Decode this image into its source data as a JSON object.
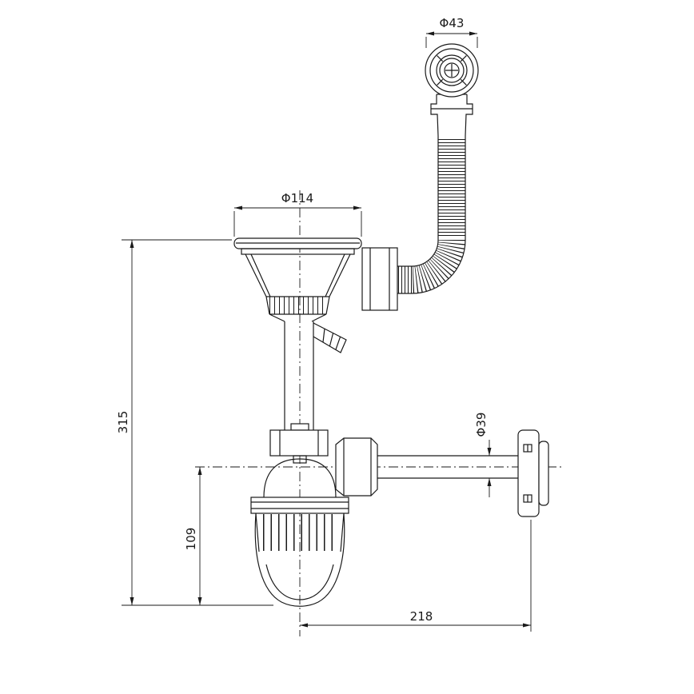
{
  "page": {
    "background": "#ffffff",
    "line_color": "#1a1a1a",
    "description": "Technical line drawing of a kitchen sink strainer waste kit with overflow hose and bottle trap"
  },
  "labels": {
    "overflow_diameter": "Φ43",
    "strainer_diameter": "Φ114",
    "outlet_diameter": "Φ39",
    "overall_height": "315",
    "trap_depth": "109",
    "horizontal_span": "218"
  }
}
